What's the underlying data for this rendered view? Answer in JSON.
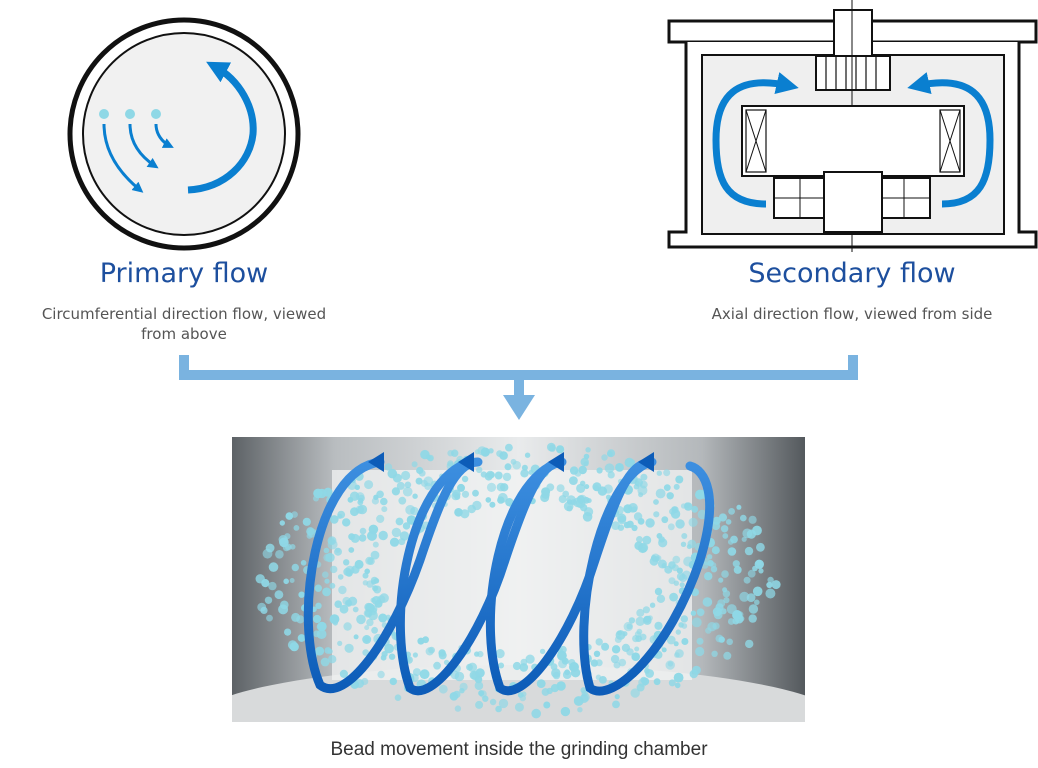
{
  "primary": {
    "title": "Primary flow",
    "subtitle": "Circumferential direction flow, viewed from above"
  },
  "secondary": {
    "title": "Secondary flow",
    "subtitle": "Axial direction flow, viewed from side"
  },
  "bottom": {
    "caption": "Bead movement inside the grinding chamber"
  },
  "colors": {
    "flow_arrow": "#0a7fd0",
    "connector": "#7ab3e0",
    "heading": "#1d4f9e",
    "bead": "#8fd8e6",
    "chamber_fill": "#efefef"
  },
  "icons": {
    "primary": "circular-flow-icon",
    "secondary": "axial-flow-icon",
    "merge": "down-arrow-icon"
  }
}
